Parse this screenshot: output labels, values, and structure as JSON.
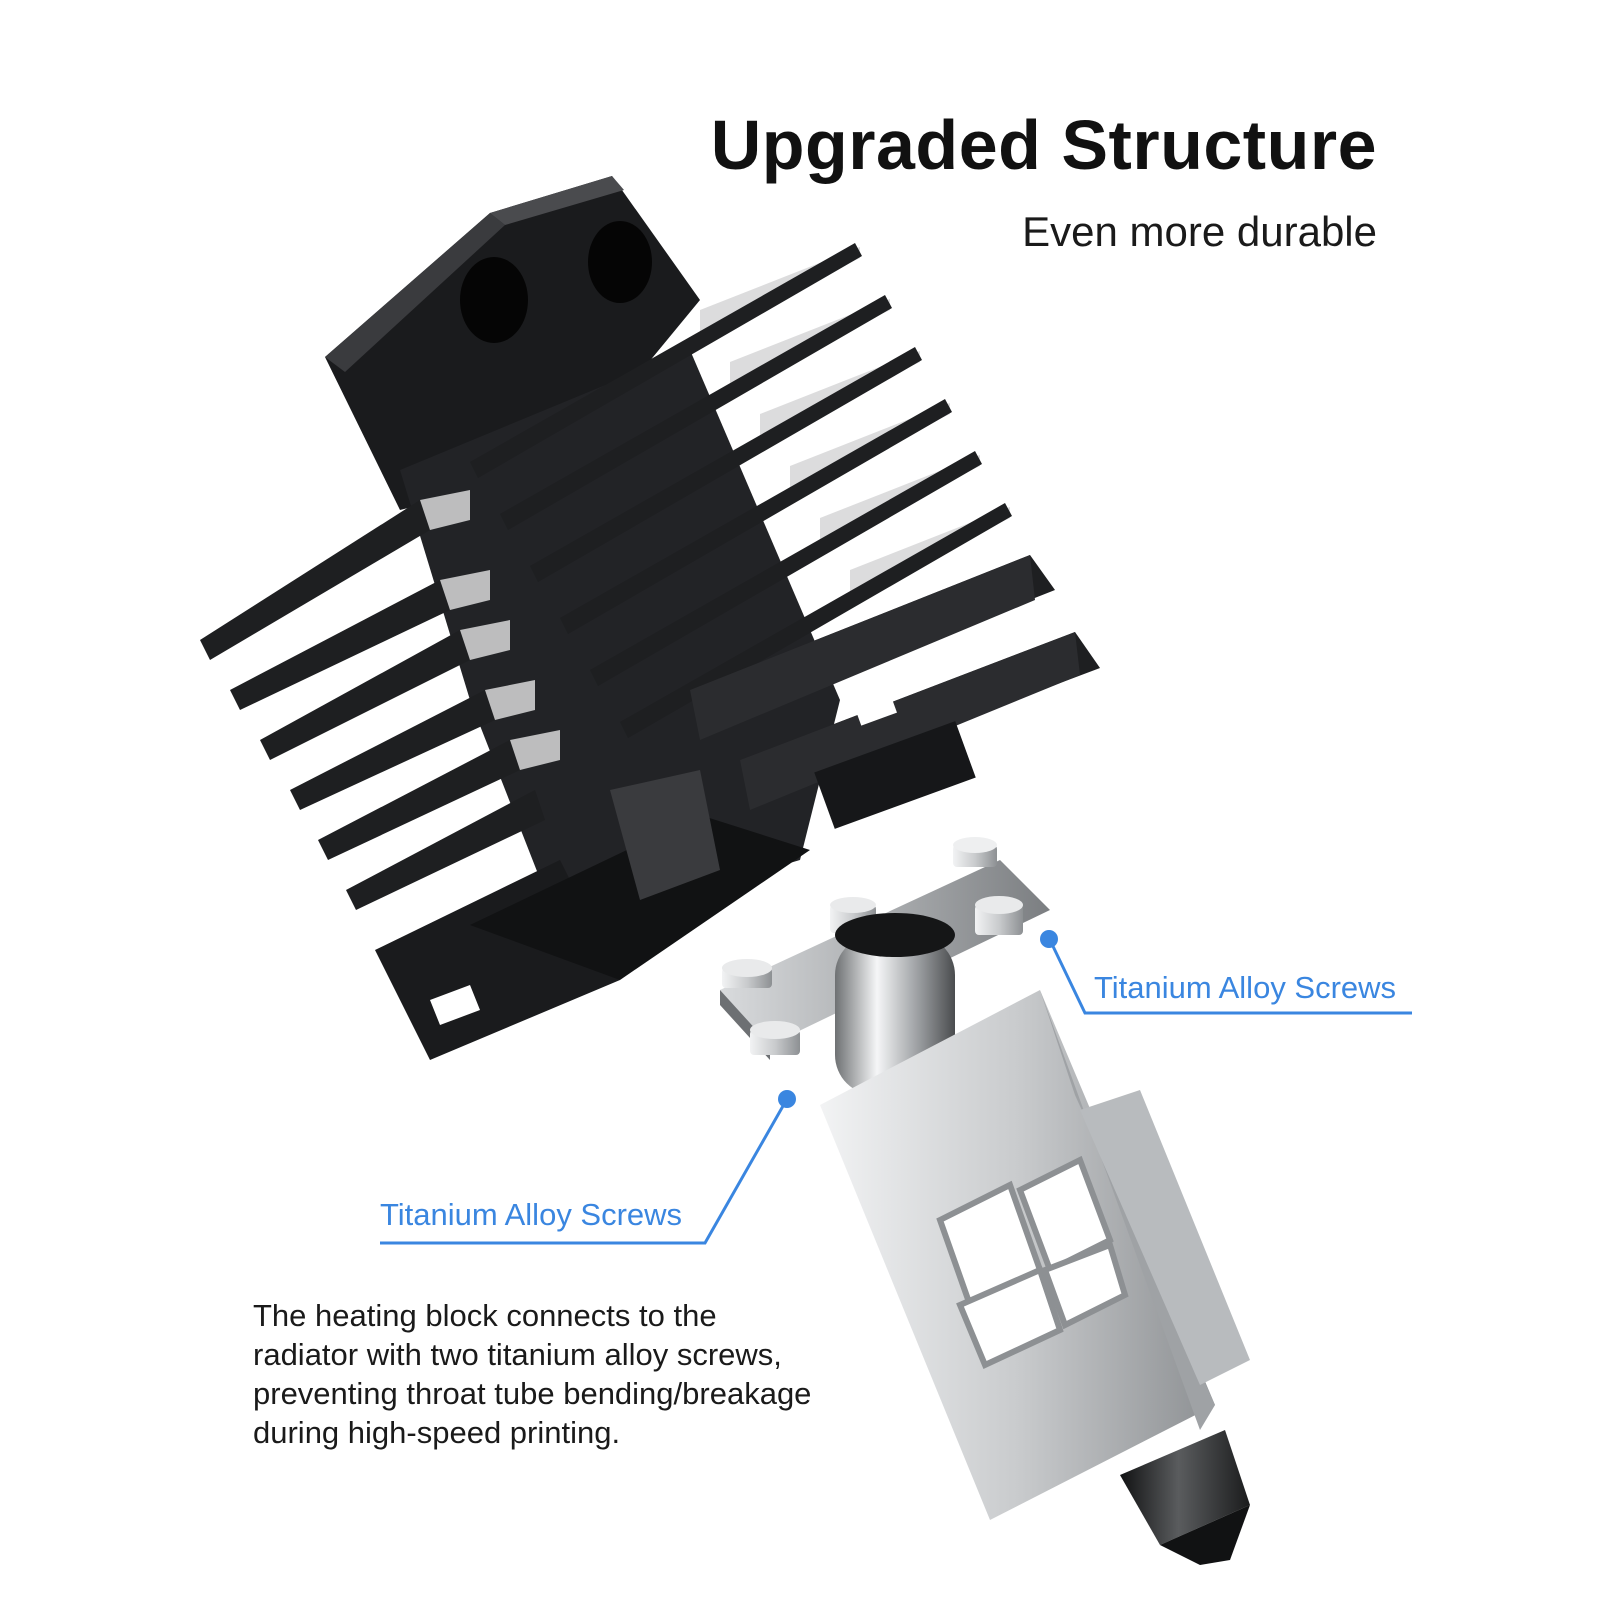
{
  "header": {
    "title": "Upgraded Structure",
    "subtitle": "Even more durable"
  },
  "callouts": [
    {
      "label": "Titanium Alloy Screws"
    },
    {
      "label": "Titanium Alloy Screws"
    }
  ],
  "description": {
    "lines": [
      "The heating block connects to the",
      "radiator with two titanium alloy screws,",
      "preventing throat tube bending/breakage",
      "during high-speed printing."
    ]
  },
  "colors": {
    "accent": "#3a86e0",
    "heatsink": "#1e1f21",
    "metal": "#c9cbcd",
    "text": "#111111"
  },
  "icons": [
    "heatsink-illustration",
    "heater-block-illustration",
    "screw-icon",
    "nozzle-icon"
  ]
}
